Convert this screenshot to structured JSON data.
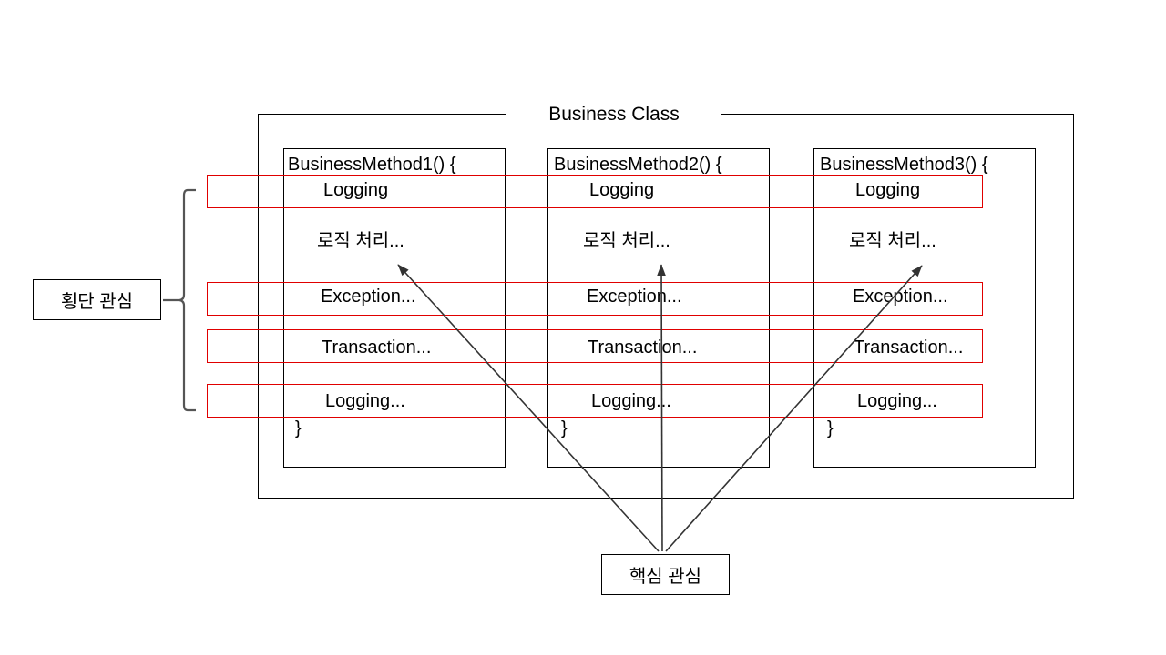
{
  "diagram": {
    "title": "Business Class",
    "methods": [
      {
        "signature": "BusinessMethod1() {",
        "lines": [
          "Logging",
          "로직 처리...",
          "Exception...",
          "Transaction...",
          "Logging..."
        ],
        "close": "}"
      },
      {
        "signature": "BusinessMethod2() {",
        "lines": [
          "Logging",
          "로직 처리...",
          "Exception...",
          "Transaction...",
          "Logging..."
        ],
        "close": "}"
      },
      {
        "signature": "BusinessMethod3() {",
        "lines": [
          "Logging",
          "로직 처리...",
          "Exception...",
          "Transaction...",
          "Logging..."
        ],
        "close": "}"
      }
    ],
    "aspect_label": "횡단 관심",
    "core_label": "핵심 관심",
    "colors": {
      "crosscut_band": "#e00000",
      "outline": "#000000",
      "background": "#ffffff"
    }
  }
}
